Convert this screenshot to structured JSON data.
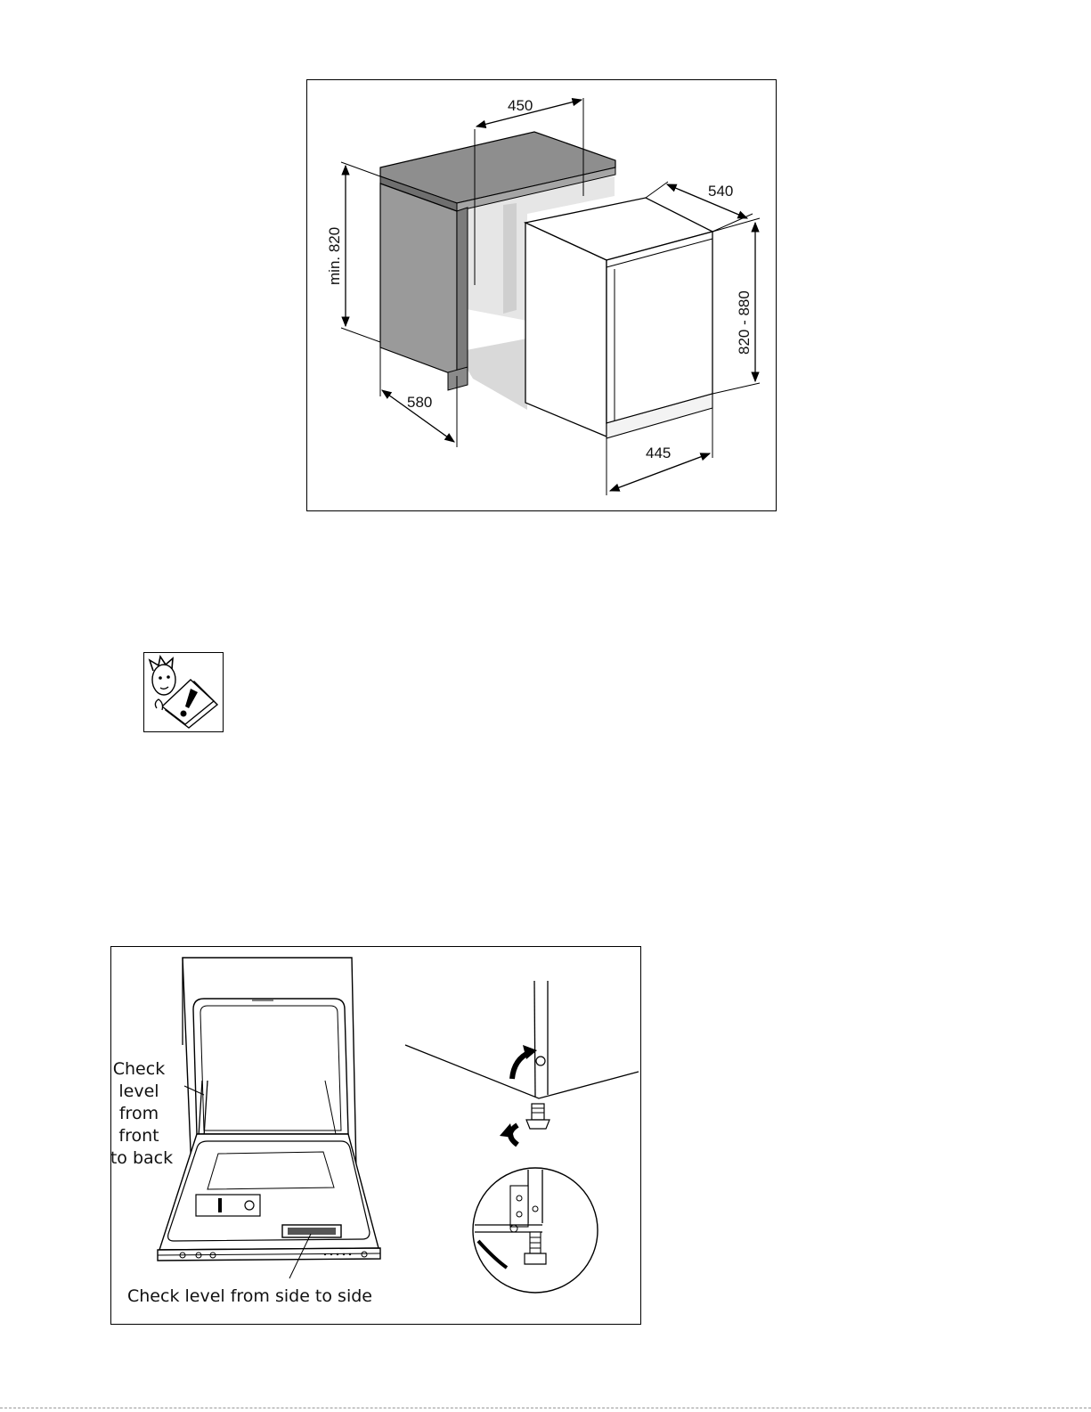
{
  "dimension_figure": {
    "labels": {
      "width_opening": "450",
      "min_height": "min. 820",
      "cabinet_depth": "580",
      "appliance_depth": "540",
      "appliance_height": "820 - 880",
      "appliance_width": "445"
    }
  },
  "note_icon": {
    "icon": "attention-reader-icon"
  },
  "level_figure": {
    "labels": {
      "front_to_back": [
        "Check",
        "level",
        "from",
        "front",
        "to back"
      ],
      "side_to_side": "Check level from side to side"
    }
  }
}
